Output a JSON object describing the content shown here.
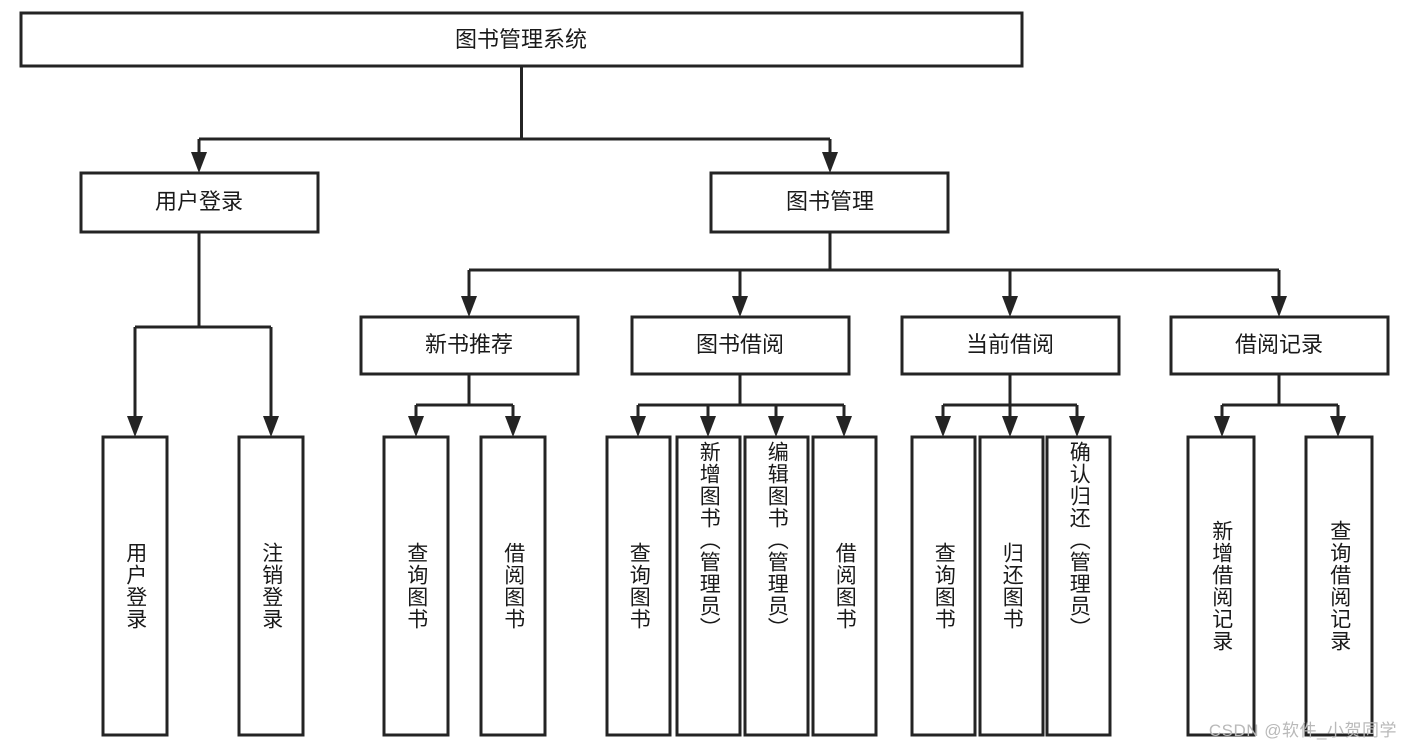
{
  "diagram": {
    "title": "图书管理系统",
    "type": "hierarchical-tree",
    "watermark": "CSDN @软件_小贺同学",
    "colors": {
      "stroke": "#242424",
      "fill": "#ffffff",
      "text": "#1a1a1a",
      "watermark": "#b9b9b9"
    },
    "root": {
      "label": "图书管理系统"
    },
    "level2": [
      {
        "label": "用户登录"
      },
      {
        "label": "图书管理"
      }
    ],
    "level3": [
      {
        "label": "新书推荐"
      },
      {
        "label": "图书借阅"
      },
      {
        "label": "当前借阅"
      },
      {
        "label": "借阅记录"
      }
    ],
    "leaves": {
      "user_login": [
        {
          "label": "用户登录"
        },
        {
          "label": "注销登录"
        }
      ],
      "new_book_recommend": [
        {
          "label": "查询图书"
        },
        {
          "label": "借阅图书"
        }
      ],
      "book_borrow": [
        {
          "label": "查询图书"
        },
        {
          "label": "新增图书（管理员）"
        },
        {
          "label": "编辑图书（管理员）"
        },
        {
          "label": "借阅图书"
        }
      ],
      "current_borrow": [
        {
          "label": "查询图书"
        },
        {
          "label": "归还图书"
        },
        {
          "label": "确认归还（管理员）"
        }
      ],
      "borrow_record": [
        {
          "label": "新增借阅记录"
        },
        {
          "label": "查询借阅记录"
        }
      ]
    }
  }
}
